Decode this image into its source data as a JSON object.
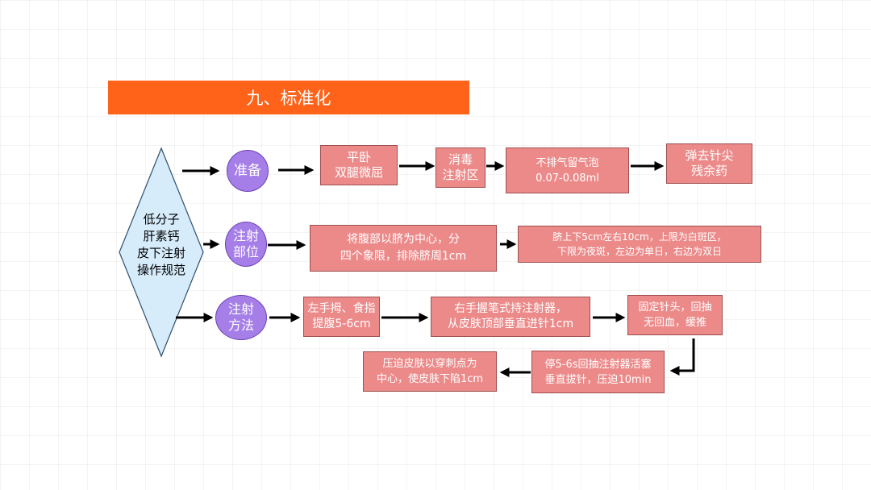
{
  "title": "九、标准化",
  "main_node": {
    "lines": [
      "低分子",
      "肝素钙",
      "皮下注射",
      "操作规范"
    ]
  },
  "rows": [
    {
      "step": "准备",
      "boxes": [
        {
          "lines": [
            "平卧",
            "双腿微屈"
          ]
        },
        {
          "lines": [
            "消毒",
            "注射区"
          ]
        },
        {
          "lines": [
            "不排气留气泡",
            "0.07-0.08ml"
          ]
        },
        {
          "lines": [
            "弹去针尖",
            "残余药"
          ]
        }
      ]
    },
    {
      "step_lines": [
        "注射",
        "部位"
      ],
      "boxes": [
        {
          "lines": [
            "将腹部以脐为中心，分",
            "四个象限，排除脐周1cm"
          ]
        },
        {
          "lines": [
            "脐上下5cm左右10cm，上限为白斑区，",
            "下限为夜斑，左边为单日，右边为双日"
          ]
        }
      ]
    },
    {
      "step_lines": [
        "注射",
        "方法"
      ],
      "boxes": [
        {
          "lines": [
            "左手拇、食指",
            "提腹5-6cm"
          ]
        },
        {
          "lines": [
            "右手握笔式持注射器，",
            "从皮肤顶部垂直进针1cm"
          ]
        },
        {
          "lines": [
            "固定针头，回抽",
            "无回血，缓推"
          ]
        },
        {
          "lines": [
            "停5-6s回抽注射器活塞",
            "垂直拔针，压迫10min"
          ]
        },
        {
          "lines": [
            "压迫皮肤以穿刺点为",
            "中心，使皮肤下陷1cm"
          ]
        }
      ]
    }
  ],
  "colors": {
    "title_bg": "#ff6319",
    "diamond_fill": "#d6ecfb",
    "circle_fill": "#a67ee8",
    "box_fill": "#ec8a8a",
    "arrow": "#000000"
  }
}
